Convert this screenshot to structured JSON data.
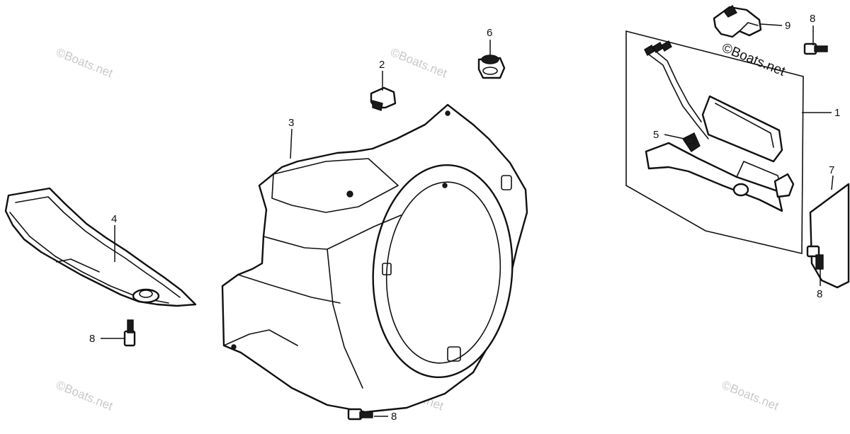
{
  "watermark": "©Boats.net",
  "callouts": {
    "c1": "1",
    "c2": "2",
    "c3": "3",
    "c4": "4",
    "c5": "5",
    "c6": "6",
    "c7": "7",
    "c8a": "8",
    "c8b": "8",
    "c8c": "8",
    "c8d": "8",
    "c9": "9"
  }
}
